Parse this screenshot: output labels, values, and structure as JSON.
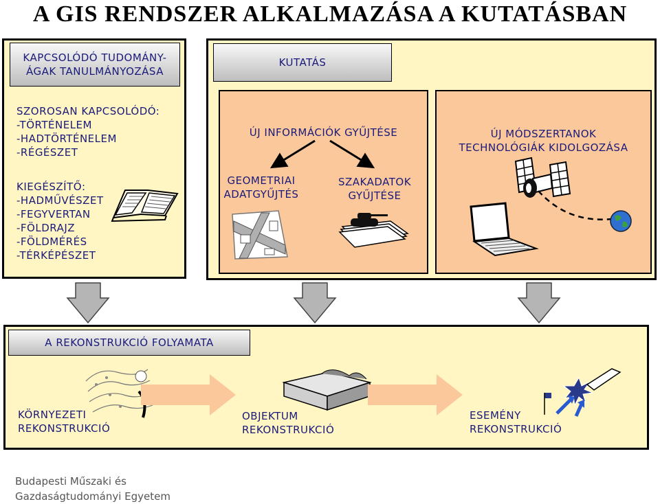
{
  "title": "A GIS RENDSZER ALKALMAZÁSA A KUTATÁSBAN",
  "left_panel": {
    "header": "KAPCSOLÓDÓ TUDOMÁNY-\nÁGAK TANULMÁNYOZÁSA",
    "close_list": "SZOROSAN KAPCSOLÓDÓ:\n-TÖRTÉNELEM\n-HADTÖRTÉNELEM\n-RÉGÉSZET",
    "extra_list": "KIEGÉSZÍTŐ:\n-HADMŰVÉSZET\n-FEGYVERTAN\n-FÖLDRAJZ\n-FÖLDMÉRÉS\n-TÉRKÉPÉSZET"
  },
  "research_panel": {
    "header": "KUTATÁS",
    "info": {
      "title": "ÚJ INFORMÁCIÓK GYŰJTÉSE",
      "geo": "GEOMETRIAI\nADATGYŰJTÉS",
      "details": "SZAKADATOK\nGYŰJTÉSE"
    },
    "methods": {
      "title": "ÚJ MÓDSZERTANOK\nTECHNOLÓGIÁK KIDOLGOZÁSA"
    }
  },
  "reconstruction": {
    "header": "A REKONSTRUKCIÓ FOLYAMATA",
    "env": "KÖRNYEZETI\nREKONSTRUKCIÓ",
    "object": "OBJEKTUM\nREKONSTRUKCIÓ",
    "event": "ESEMÉNY\nREKONSTRUKCIÓ"
  },
  "footer": "Budapesti Műszaki és\nGazdaságtudományi Egyetem",
  "colors": {
    "panel_bg": "#fff6c3",
    "sub_bg": "#fbc89c",
    "text_blue": "#1a1a7a"
  }
}
